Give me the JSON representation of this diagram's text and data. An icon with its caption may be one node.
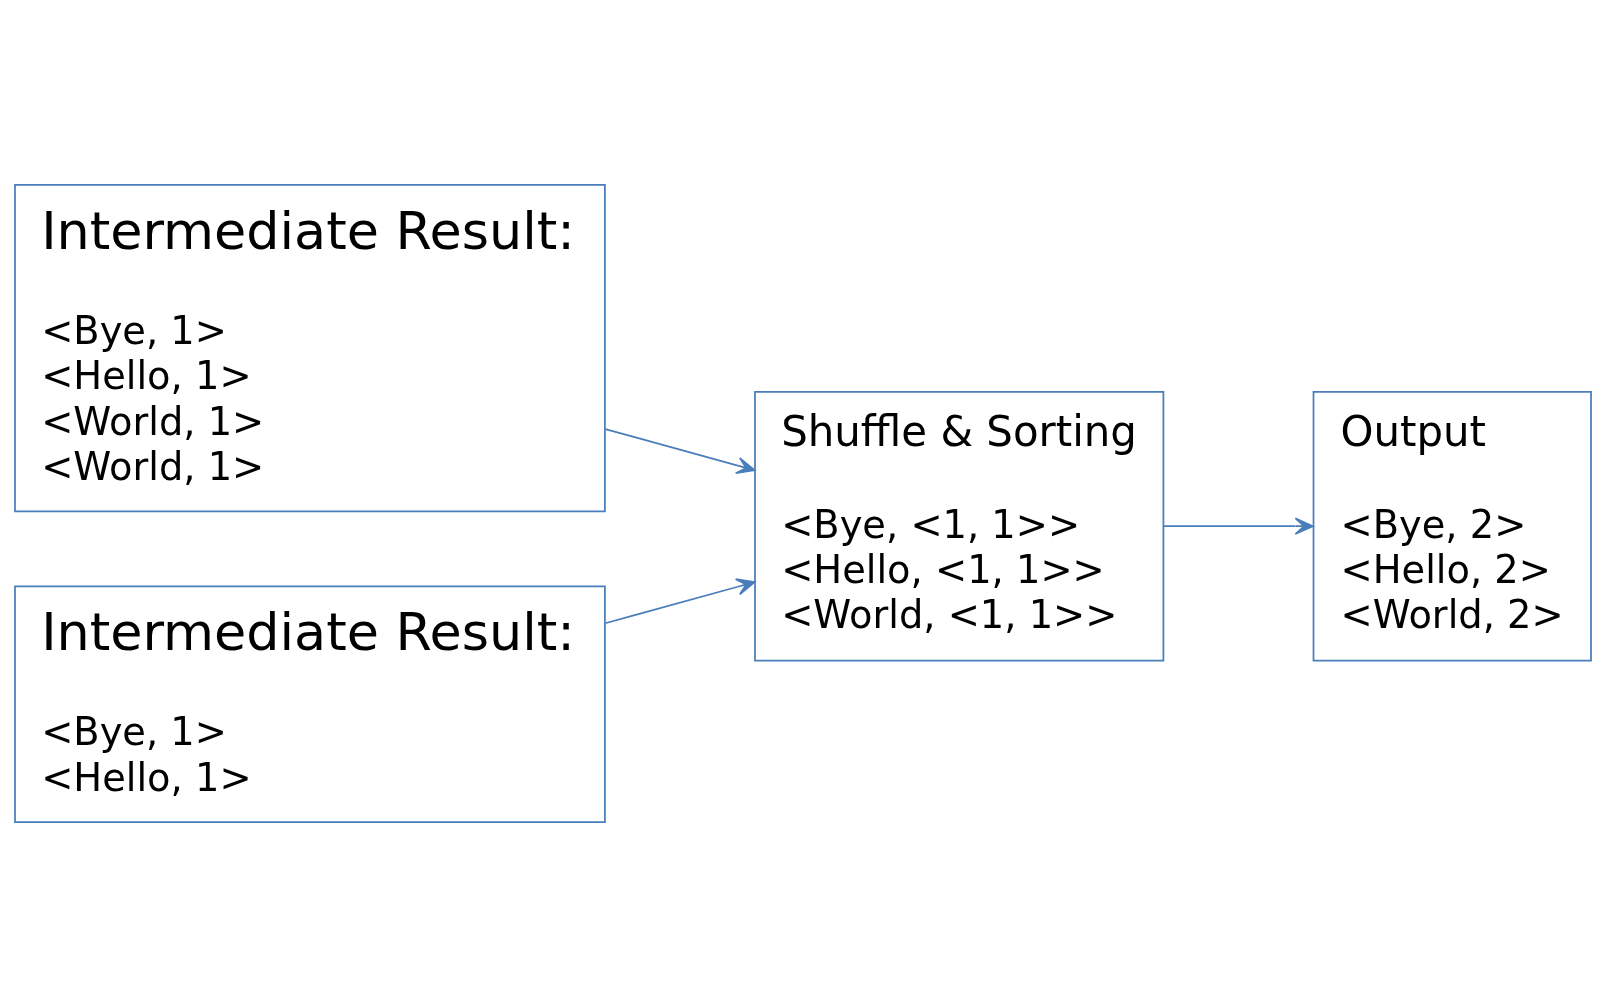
{
  "diagram": {
    "nodes": [
      {
        "text": [
          "Intermediate Result:",
          "<Bye, 1>",
          "<Hello, 1>",
          "<World, 1>",
          "<World, 1>"
        ]
      },
      {
        "text": [
          "Intermediate Result:",
          "<Bye, 1>",
          "<Hello, 1>"
        ]
      },
      {
        "text": [
          "Shuffle & Sorting",
          "<Bye, <1, 1>>",
          "<Hello, <1, 1>>",
          "<World, <1, 1>>"
        ]
      },
      {
        "text": [
          "Output",
          "<Bye, 2>",
          "<Hello, 2>",
          "<World, 2>"
        ]
      }
    ],
    "edges": [
      {
        "from": 0,
        "to": 2,
        "arrow": "to"
      },
      {
        "from": 1,
        "to": 2,
        "arrow": "to"
      },
      {
        "from": 2,
        "to": 3,
        "arrow": "to"
      }
    ]
  }
}
